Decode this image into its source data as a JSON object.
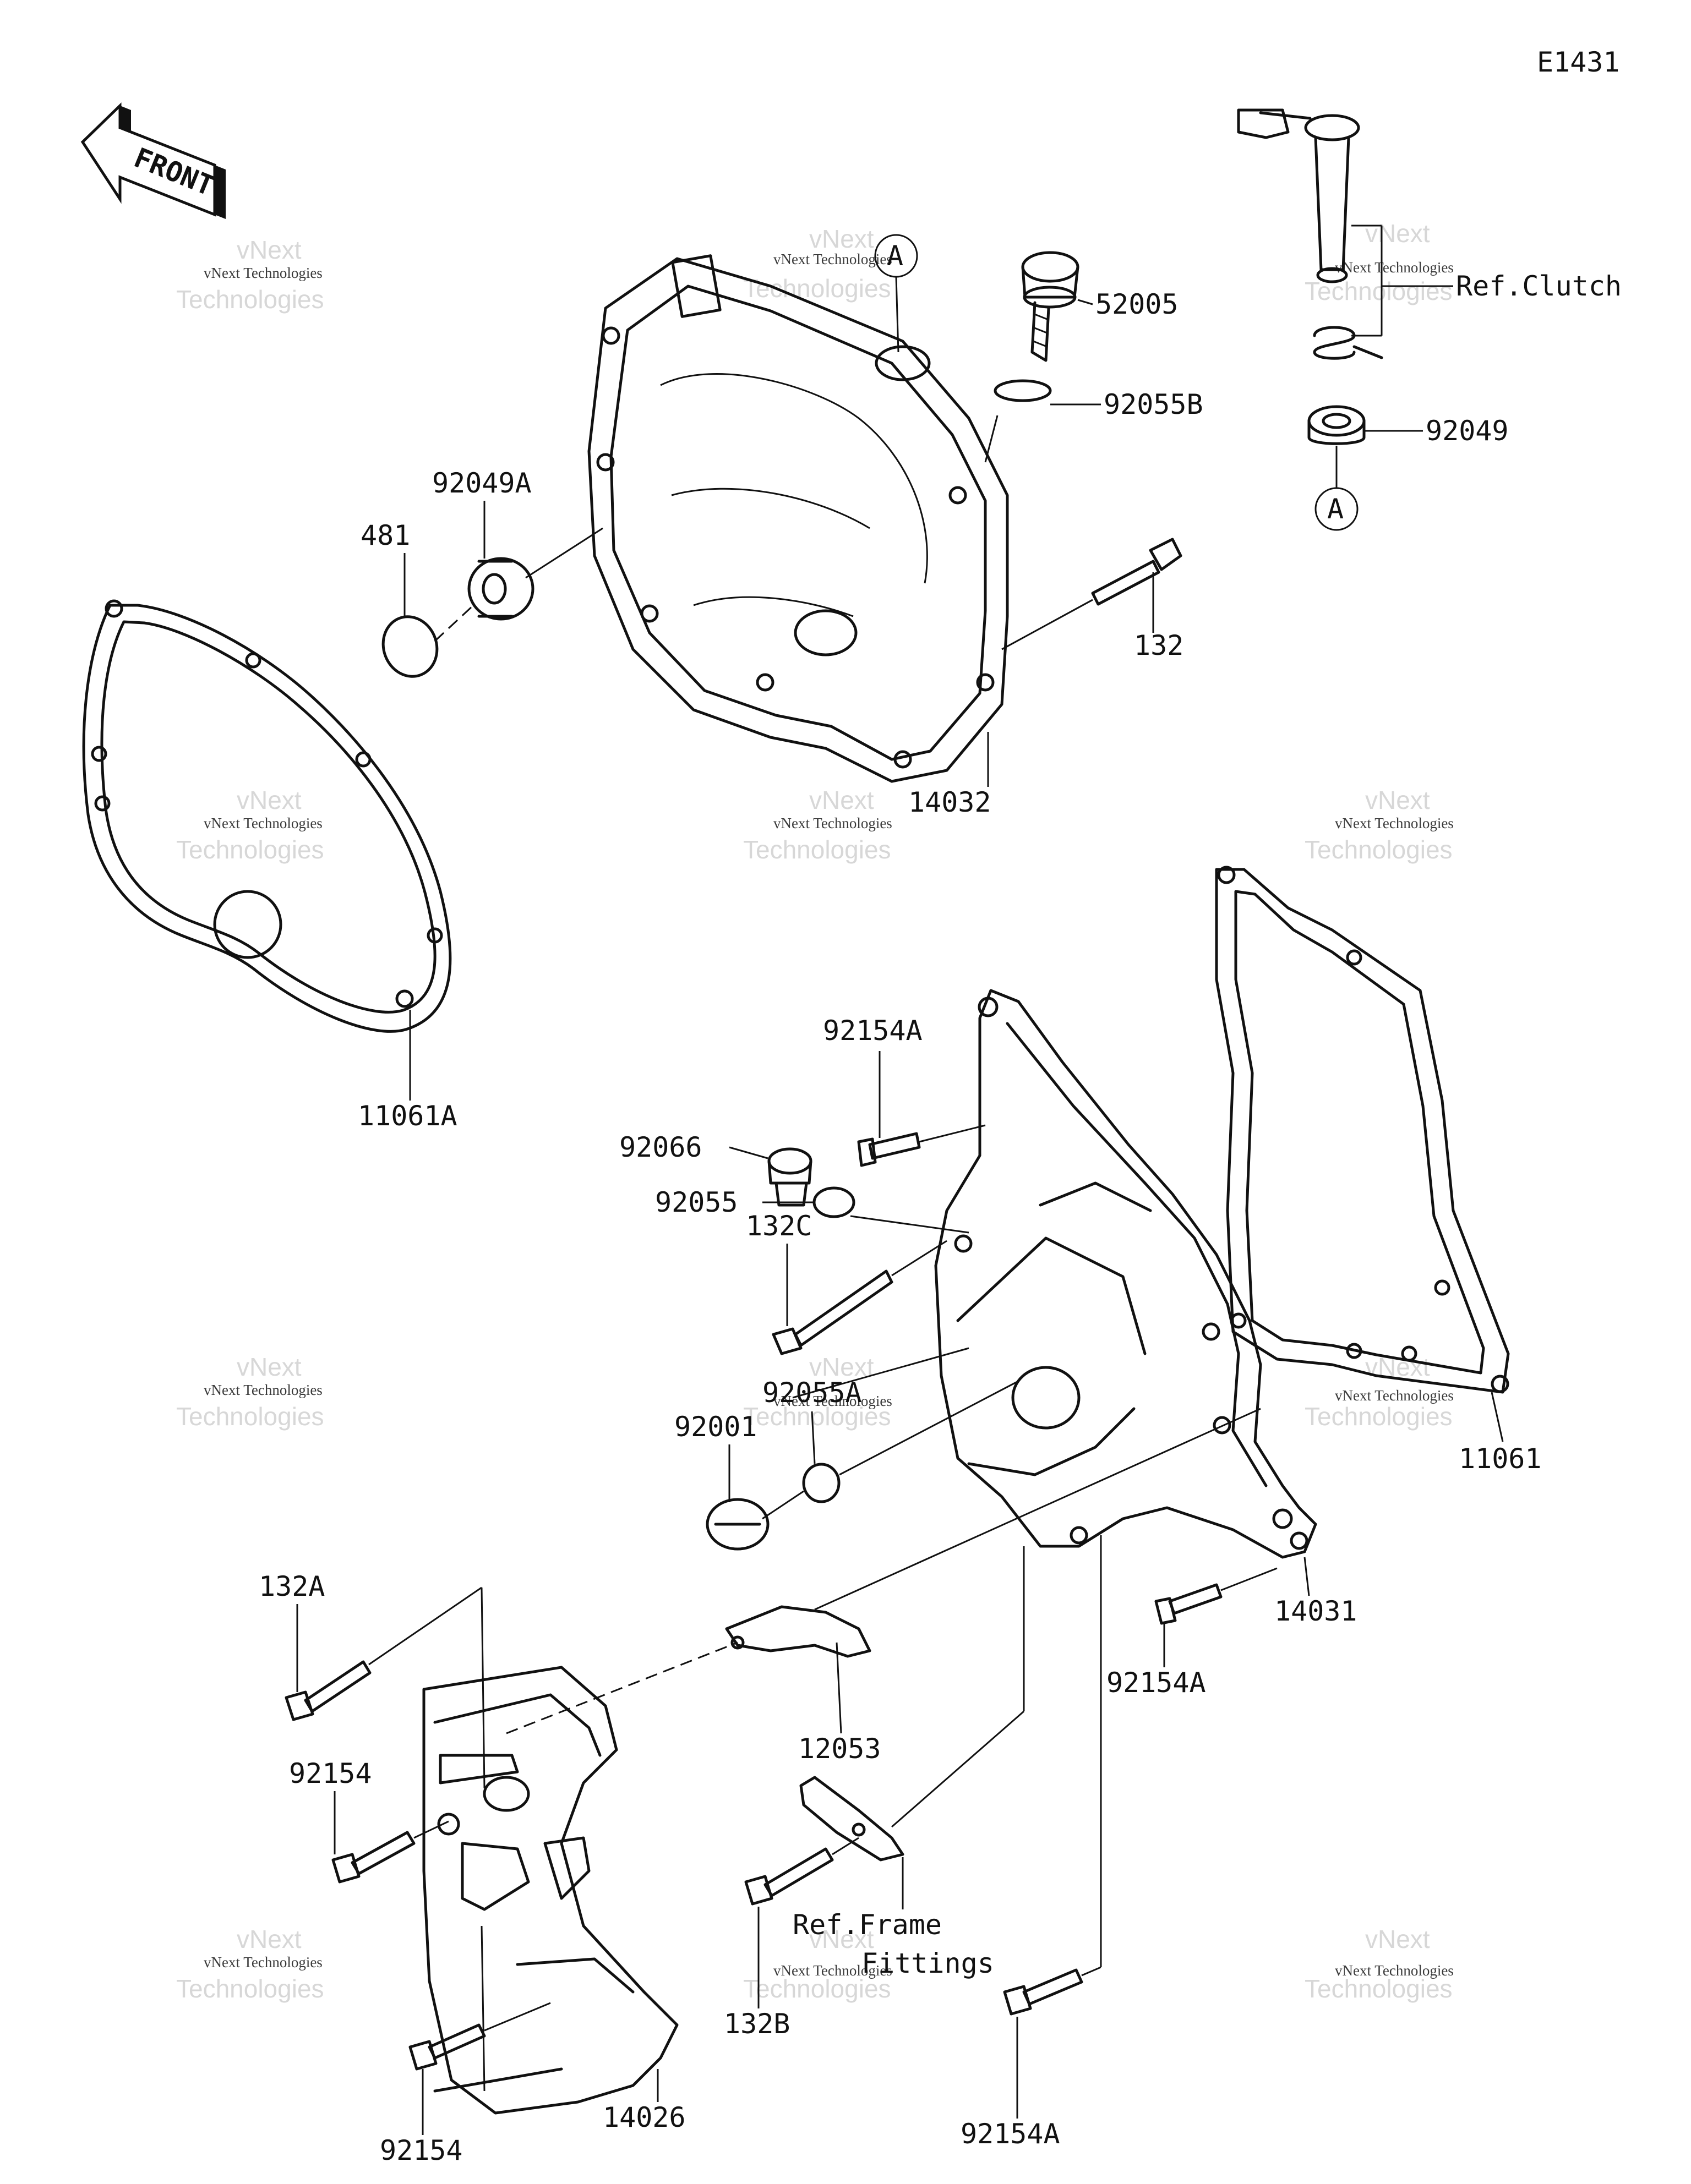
{
  "diagram_code": "E1431",
  "front_arrow_label": "FRONT",
  "watermark": {
    "brand": "vNext",
    "sub": "Technologies",
    "full": "vNext Technologies"
  },
  "references": {
    "clutch": "Ref.Clutch",
    "frame_fittings_line1": "Ref.Frame",
    "frame_fittings_line2": "Fittings"
  },
  "marker_a": "A",
  "parts": {
    "p52005": "52005",
    "p92055B": "92055B",
    "p92049": "92049",
    "p92049A": "92049A",
    "p481": "481",
    "p132": "132",
    "p14032": "14032",
    "p11061A": "11061A",
    "p92154A_top": "92154A",
    "p92066": "92066",
    "p92055": "92055",
    "p132C": "132C",
    "p92055A": "92055A",
    "p92001": "92001",
    "p11061": "11061",
    "p14031": "14031",
    "p92154A_mid": "92154A",
    "p132A": "132A",
    "p12053": "12053",
    "p92154_mid": "92154",
    "p132B": "132B",
    "p92154_bottom": "92154",
    "p14026": "14026",
    "p92154A_bottom": "92154A"
  }
}
